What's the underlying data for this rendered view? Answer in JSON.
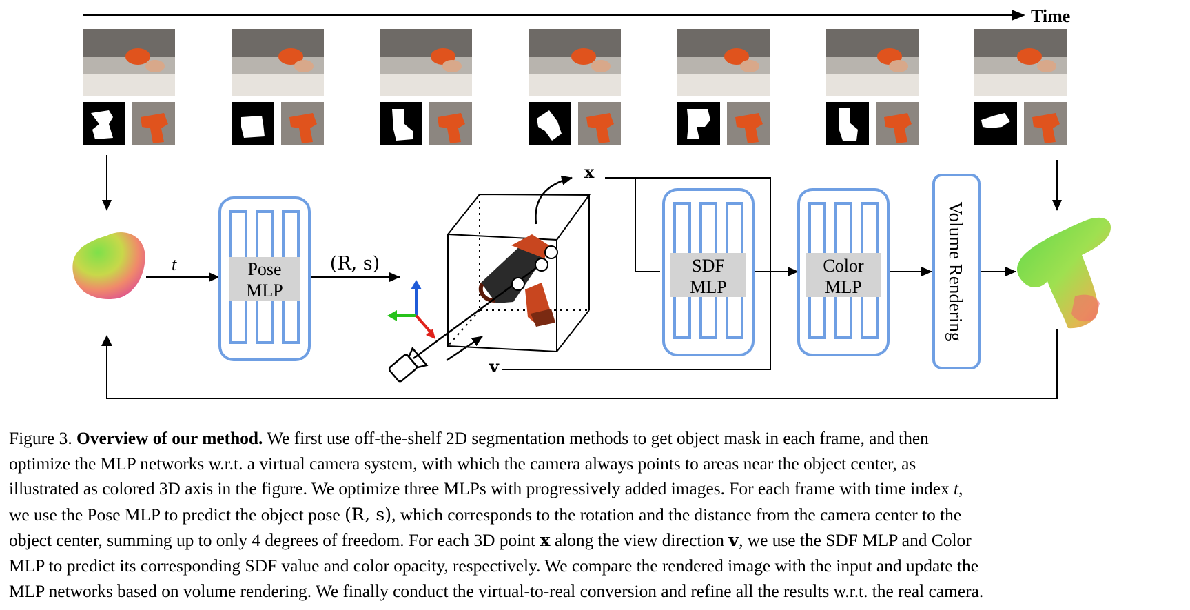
{
  "figure": {
    "time_label": "Time",
    "t_label": "t",
    "pose_out_label": "(R, s)",
    "x_label": "x",
    "v_label": "v",
    "pose_mlp": [
      "Pose",
      "MLP"
    ],
    "sdf_mlp": [
      "SDF",
      "MLP"
    ],
    "color_mlp": [
      "Color",
      "MLP"
    ],
    "volume_rendering": "Volume Rendering",
    "colors": {
      "mlp_blue": "#6f9fe3",
      "label_gray": "#d3d3d3",
      "axis_red": "#e0221b",
      "axis_green": "#27c21b",
      "axis_blue": "#1f5bd8",
      "drill_orange": "#c8461f"
    },
    "frame_count": 7
  },
  "caption": {
    "lines": [
      [
        "Figure 3.  ",
        "Overview of our method.",
        "  We first use off-the-shelf 2D segmentation methods to get object mask in each frame, and then"
      ],
      [
        "optimize the MLP networks w.r.t.  a virtual camera system, with which the camera always points to areas near the object center, as"
      ],
      [
        "illustrated as colored 3D axis in the figure. We optimize three MLPs with progressively added images. For each frame with time index ",
        "t",
        ","
      ],
      [
        "we use the Pose MLP to predict the object pose ",
        "(R, s)",
        ", which corresponds to the rotation and the distance from the camera center to the"
      ],
      [
        "object center, summing up to only 4 degrees of freedom. For each 3D point ",
        "x",
        " along the view direction ",
        "v",
        ", we use the SDF MLP and Color"
      ],
      [
        "MLP to predict its corresponding SDF value and color opacity, respectively. We compare the rendered image with the input and update the"
      ],
      [
        "MLP networks based on volume rendering. We finally conduct the virtual-to-real conversion and refine all the results w.r.t. the real camera."
      ]
    ]
  }
}
